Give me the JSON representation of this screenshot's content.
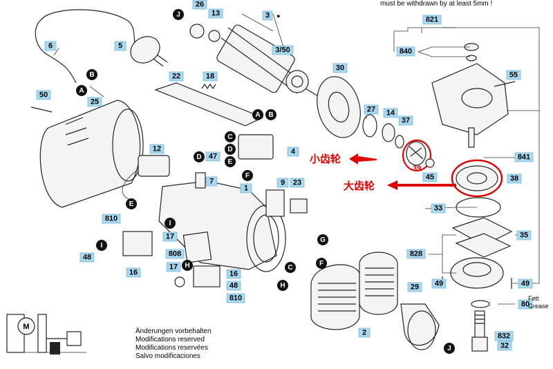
{
  "top_note": "must be withdrawn by at least 5mm !",
  "part_numbers": [
    "26",
    "13",
    "3",
    "3/50",
    "6",
    "5",
    "22",
    "18",
    "30",
    "821",
    "840",
    "55",
    "50",
    "25",
    "27",
    "14",
    "37",
    "12",
    "47",
    "4",
    "841",
    "7",
    "9",
    "23",
    "1",
    "38",
    "810",
    "17",
    "16",
    "48",
    "808",
    "17",
    "16",
    "48",
    "810",
    "33",
    "35",
    "828",
    "29",
    "49",
    "49",
    "80",
    "832",
    "32",
    "2"
  ],
  "letter_markers": [
    "J",
    "A",
    "B",
    "A",
    "B",
    "C",
    "D",
    "D",
    "E",
    "F",
    "E",
    "I",
    "I",
    "H",
    "G",
    "F",
    "C",
    "H",
    "J"
  ],
  "bullet_3": "●",
  "annotations": {
    "small_gear": "小齿轮",
    "big_gear": "大齿轮",
    "gear_39": "39",
    "gear_45": "45"
  },
  "grease": {
    "de": "Fett",
    "en": "Grease"
  },
  "disclaimer": [
    "Änderungen vorbehalten",
    "Modifications reserved",
    "Modifications reservées",
    "Salvo modificaciones"
  ],
  "colors": {
    "label_bg": "#a9d8ef",
    "annotation_red": "#e10000",
    "marker_black": "#111111"
  }
}
